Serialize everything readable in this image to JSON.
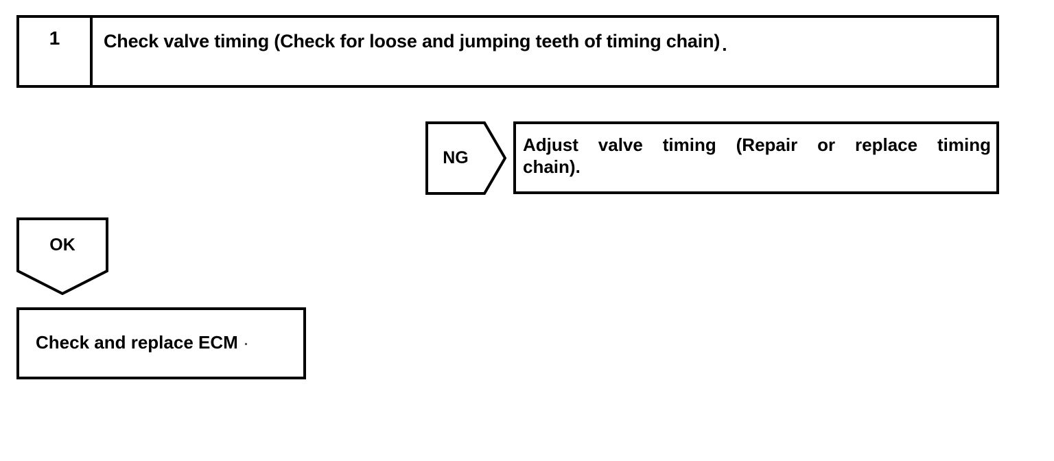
{
  "diagram": {
    "type": "troubleshooting-flowchart",
    "stroke_color": "#000000",
    "background_color": "#ffffff",
    "step": {
      "number": "1",
      "description": "Check valve timing (Check for loose and jumping teeth of timing chain)",
      "trailing_punctuation": "."
    },
    "branches": [
      {
        "label": "NG",
        "arrow_direction": "right",
        "result_line_1": "Adjust  valve  timing  (Repair  or  replace  timing",
        "result_line_2": "chain)."
      },
      {
        "label": "OK",
        "arrow_direction": "down",
        "result": "Check and replace ECM"
      }
    ]
  }
}
